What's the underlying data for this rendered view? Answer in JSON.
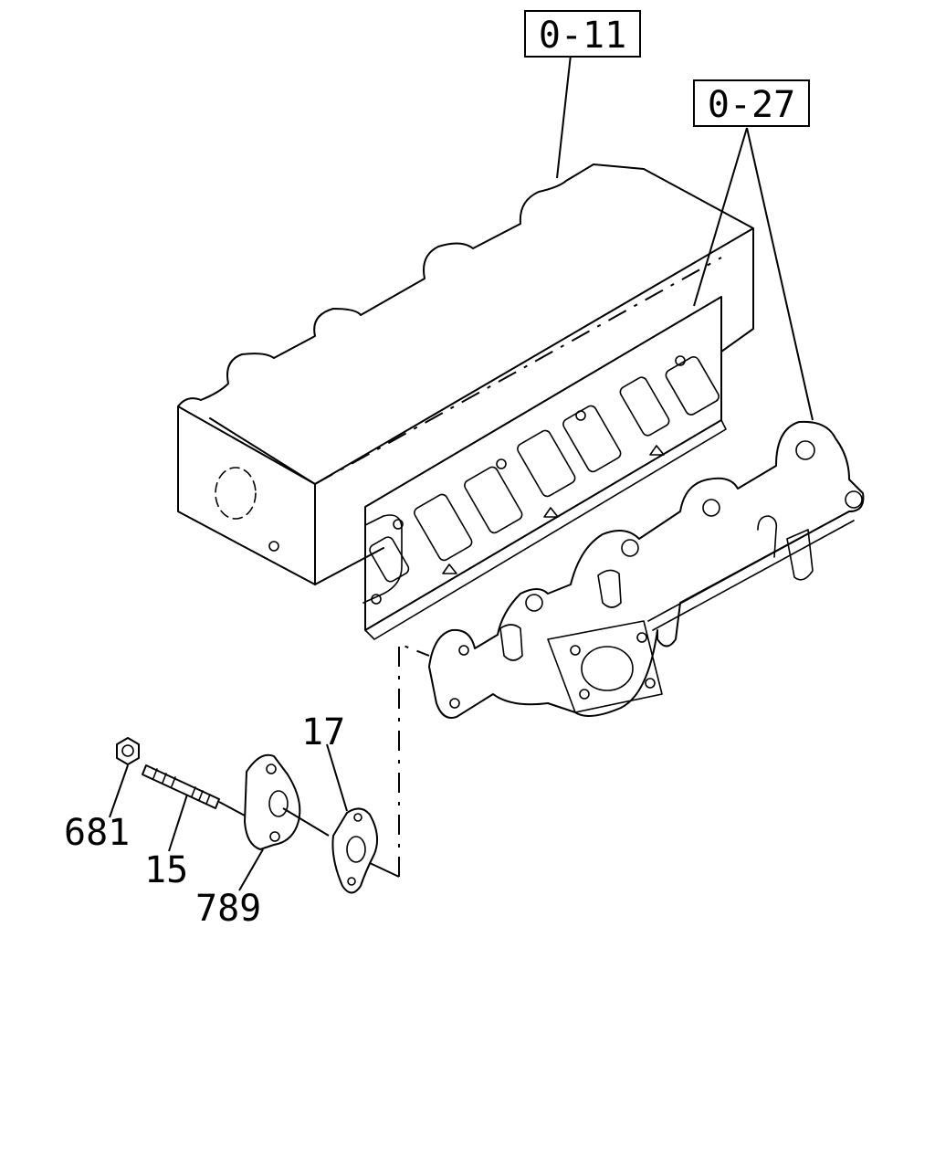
{
  "reference_labels": {
    "cylinder_head_ref": "0-11",
    "manifold_ref": "0-27"
  },
  "part_labels": {
    "nut": "681",
    "stud": "15",
    "flange": "789",
    "gasket": "17"
  }
}
